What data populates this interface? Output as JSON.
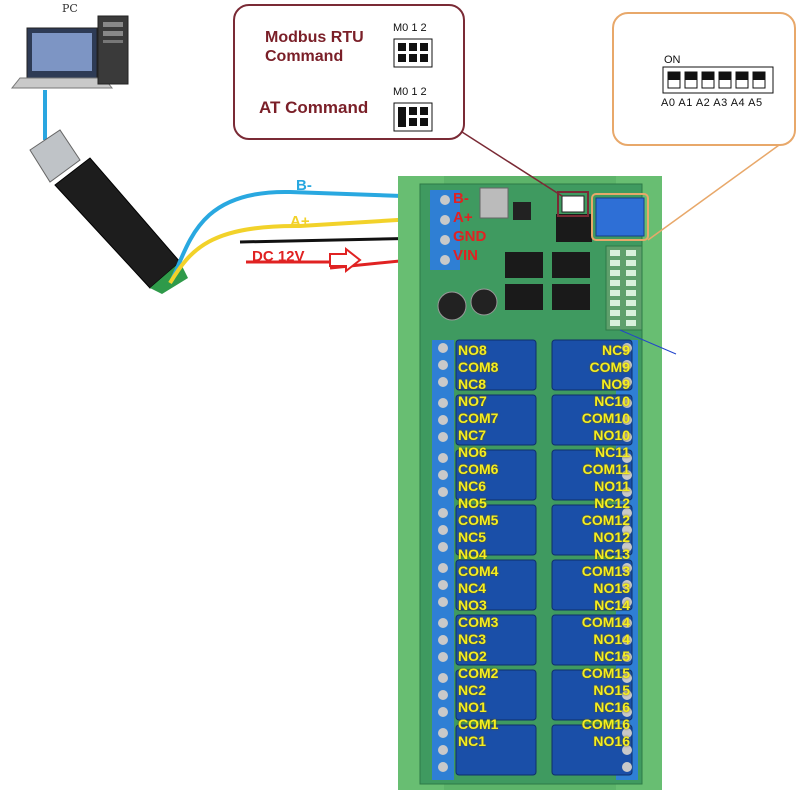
{
  "pc": {
    "label": "PC"
  },
  "command_box": {
    "modbus_label_line1": "Modbus RTU",
    "modbus_label_line2": "Command",
    "at_label": "AT Command",
    "dip_header": "M0 1 2"
  },
  "address_box": {
    "on_label": "ON",
    "switch_labels": [
      "A0",
      "A1",
      "A2",
      "A3",
      "A4",
      "A5"
    ]
  },
  "wires": {
    "b_minus": "B-",
    "a_plus": "A+",
    "dc_supply": "DC 12V"
  },
  "terminals": [
    "B-",
    "A+",
    "GND",
    "VIN"
  ],
  "relay_labels_left": [
    "NO8",
    "COM8",
    "NC8",
    "NO7",
    "COM7",
    "NC7",
    "NO6",
    "COM6",
    "NC6",
    "NO5",
    "COM5",
    "NC5",
    "NO4",
    "COM4",
    "NC4",
    "NO3",
    "COM3",
    "NC3",
    "NO2",
    "COM2",
    "NC2",
    "NO1",
    "COM1",
    "NC1"
  ],
  "relay_labels_right": [
    "NC9",
    "COM9",
    "NO9",
    "NC10",
    "COM10",
    "NO10",
    "NC11",
    "COM11",
    "NO11",
    "NC12",
    "COM12",
    "NO12",
    "NC13",
    "COM13",
    "NO13",
    "NC14",
    "COM14",
    "NO14",
    "NC15",
    "COM15",
    "NO15",
    "NC16",
    "COM16",
    "NO16"
  ],
  "colors": {
    "board": "#4fa36a",
    "rail": "#5db46a",
    "relay": "#1a4fa8",
    "terminal": "#2f7fd4",
    "wire_b": "#29a8e0",
    "wire_a": "#f2d22a",
    "wire_gnd": "#111111",
    "wire_vin": "#e02222",
    "relay_text": "#f5ee1f",
    "frame_cmd": "#7a2a35",
    "frame_addr": "#e8a86a"
  }
}
